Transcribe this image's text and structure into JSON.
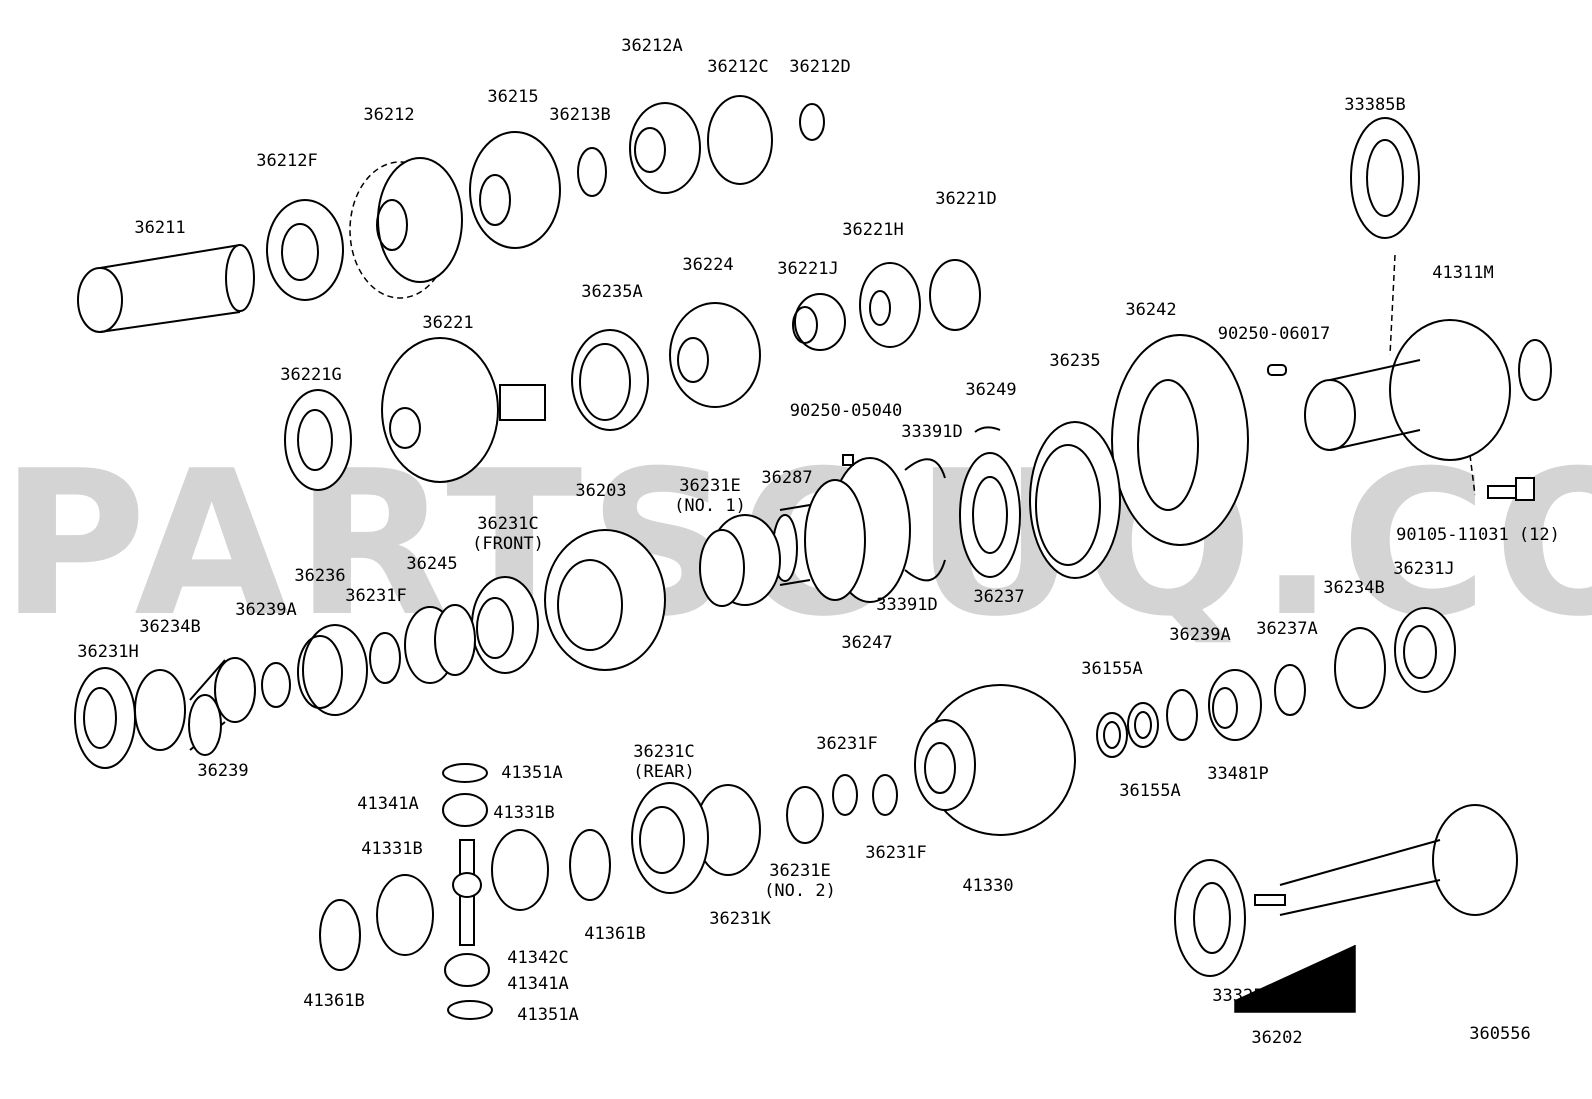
{
  "watermark": "PARTSOUQ.COM",
  "diagram_code": "360556",
  "labels": [
    "36212A",
    "36212C",
    "36212D",
    "36215",
    "36212",
    "36213B",
    "36212F",
    "36211",
    "33385B",
    "36221D",
    "36221H",
    "36224",
    "36221J",
    "41311M",
    "36235A",
    "36242",
    "90250-06017",
    "36221",
    "36235",
    "36221G",
    "36249",
    "90250-05040",
    "33391D",
    "36231E\n(NO. 1)",
    "36287",
    "36203",
    "36231C\n(FRONT)",
    "90105-11031 (12)",
    "36236",
    "36245",
    "36237",
    "33391D",
    "36231J",
    "36234B",
    "36234B",
    "36239A",
    "36231F",
    "36247",
    "36231H",
    "36239A",
    "36237A",
    "36155A",
    "36239",
    "41351A",
    "36231C\n(REAR)",
    "36231F",
    "33481P",
    "36155A",
    "41341A",
    "41331B",
    "41331B",
    "36231F",
    "41330",
    "36231E\n(NO. 2)",
    "36231K",
    "41361B",
    "41342C",
    "41341A",
    "41361B",
    "41351A",
    "33325A",
    "36202"
  ]
}
